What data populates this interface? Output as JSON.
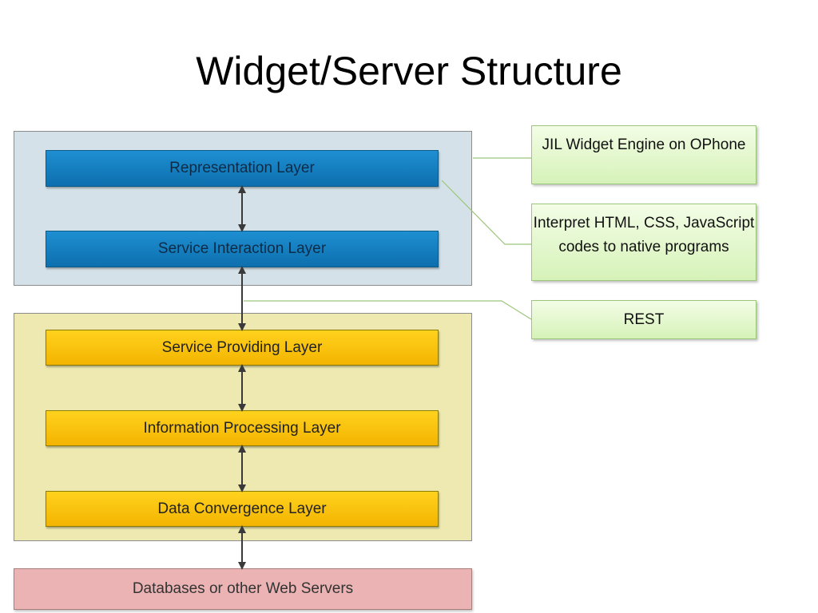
{
  "title": "Widget/Server Structure",
  "diagram": {
    "client_layers": [
      "Representation Layer",
      "Service Interaction Layer"
    ],
    "server_layers": [
      "Service Providing Layer",
      "Information Processing Layer",
      "Data Convergence Layer"
    ],
    "data_sources": "Databases or other Web Servers",
    "callouts": {
      "engine": "JIL Widget Engine on OPhone",
      "interpret": "Interpret HTML, CSS, JavaScript codes to native programs",
      "protocol": "REST"
    },
    "colors": {
      "client_region": "#d4e1e8",
      "server_region": "#ede9b0",
      "client_layer": "#1283c8",
      "server_layer": "#ffc800",
      "data_source": "#ebb3b3",
      "callout": "#e2f7cc",
      "connector": "#9cc67a"
    }
  }
}
